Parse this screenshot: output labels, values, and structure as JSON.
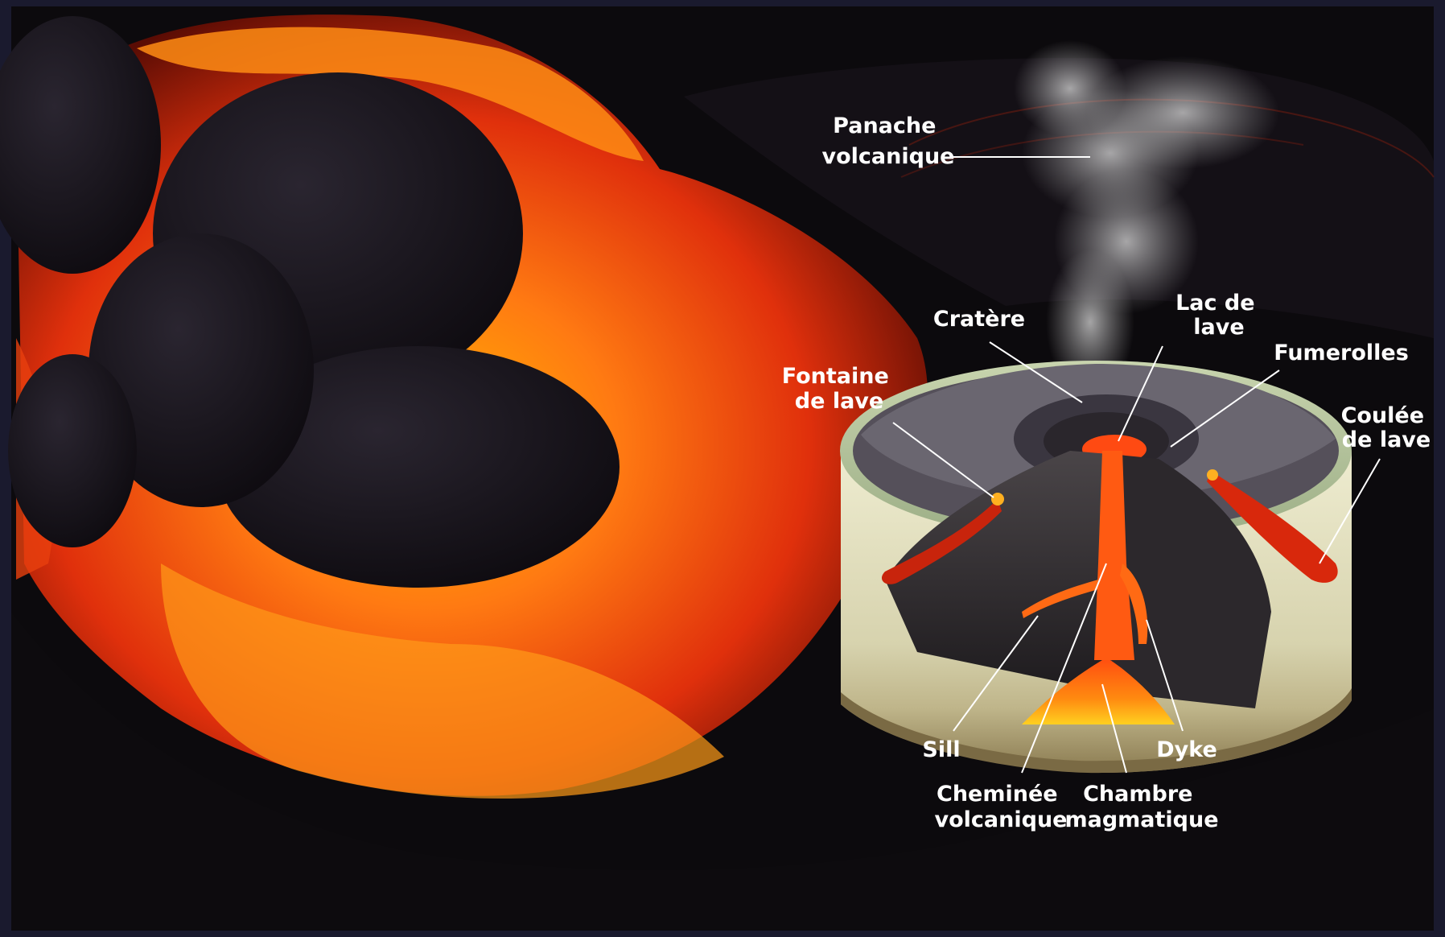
{
  "colors": {
    "frame": "#1a1a2e",
    "lava_bright": "#ffb300",
    "lava_mid": "#ff5a10",
    "lava_dark": "#a01808",
    "rock": "#17131a",
    "cone_top": "#b8c6a0",
    "cone_side": "#e6e4c4",
    "label": "#ffffff"
  },
  "labels": {
    "panache": [
      "Panache",
      "volcanique"
    ],
    "cratere": [
      "Cratère"
    ],
    "lac": [
      "Lac de",
      "lave"
    ],
    "fumerolles": [
      "Fumerolles"
    ],
    "fontaine": [
      "Fontaine",
      "de lave"
    ],
    "coulee": [
      "Coulée",
      "de lave"
    ],
    "sill": [
      "Sill"
    ],
    "dyke": [
      "Dyke"
    ],
    "cheminee": [
      "Cheminée",
      "volcanique"
    ],
    "chambre": [
      "Chambre",
      "magmatique"
    ]
  }
}
